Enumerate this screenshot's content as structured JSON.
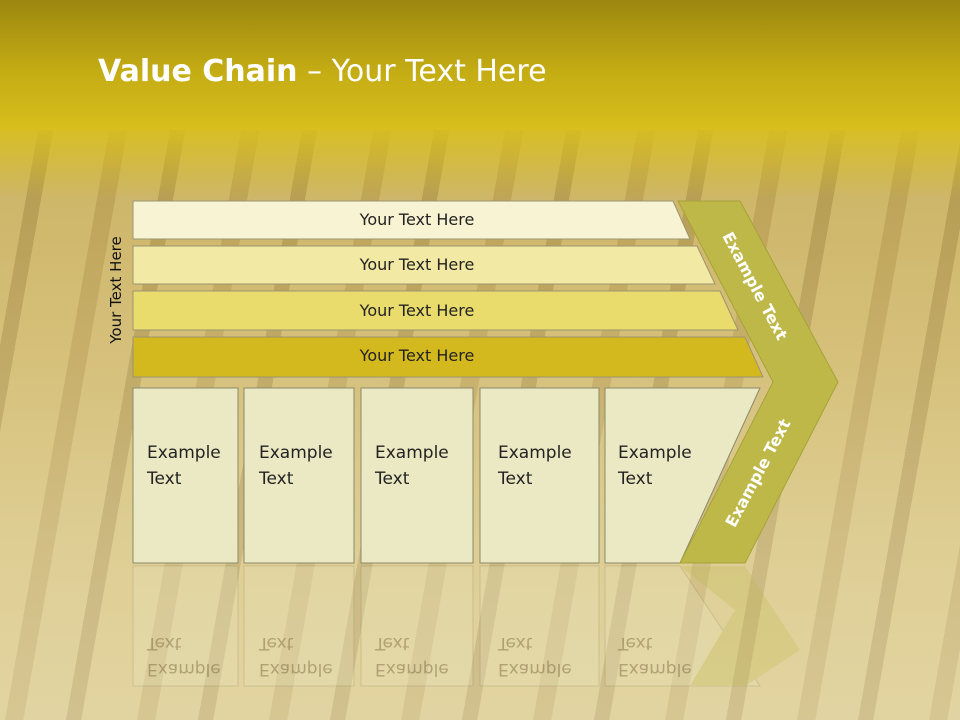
{
  "title": {
    "bold": "Value Chain",
    "rest": " – Your Text Here"
  },
  "side_label": "Your Text Here",
  "bars": [
    {
      "label": "Your Text Here",
      "color": "#f8f3d2"
    },
    {
      "label": "Your Text Here",
      "color": "#f2e9a4"
    },
    {
      "label": "Your Text Here",
      "color": "#e9dc6d"
    },
    {
      "label": "Your Text Here",
      "color": "#d4b91e"
    }
  ],
  "columns": [
    {
      "line1": "Example",
      "line2": "Text"
    },
    {
      "line1": "Example",
      "line2": "Text"
    },
    {
      "line1": "Example",
      "line2": "Text"
    },
    {
      "line1": "Example",
      "line2": "Text"
    },
    {
      "line1": "Example",
      "line2": "Text"
    }
  ],
  "arrow": {
    "top_text": "Example Text",
    "bottom_text": "Example Text",
    "color": "#bdb848"
  },
  "colors": {
    "header": "#c4ac14",
    "column_fill": "#ebe9c3"
  }
}
